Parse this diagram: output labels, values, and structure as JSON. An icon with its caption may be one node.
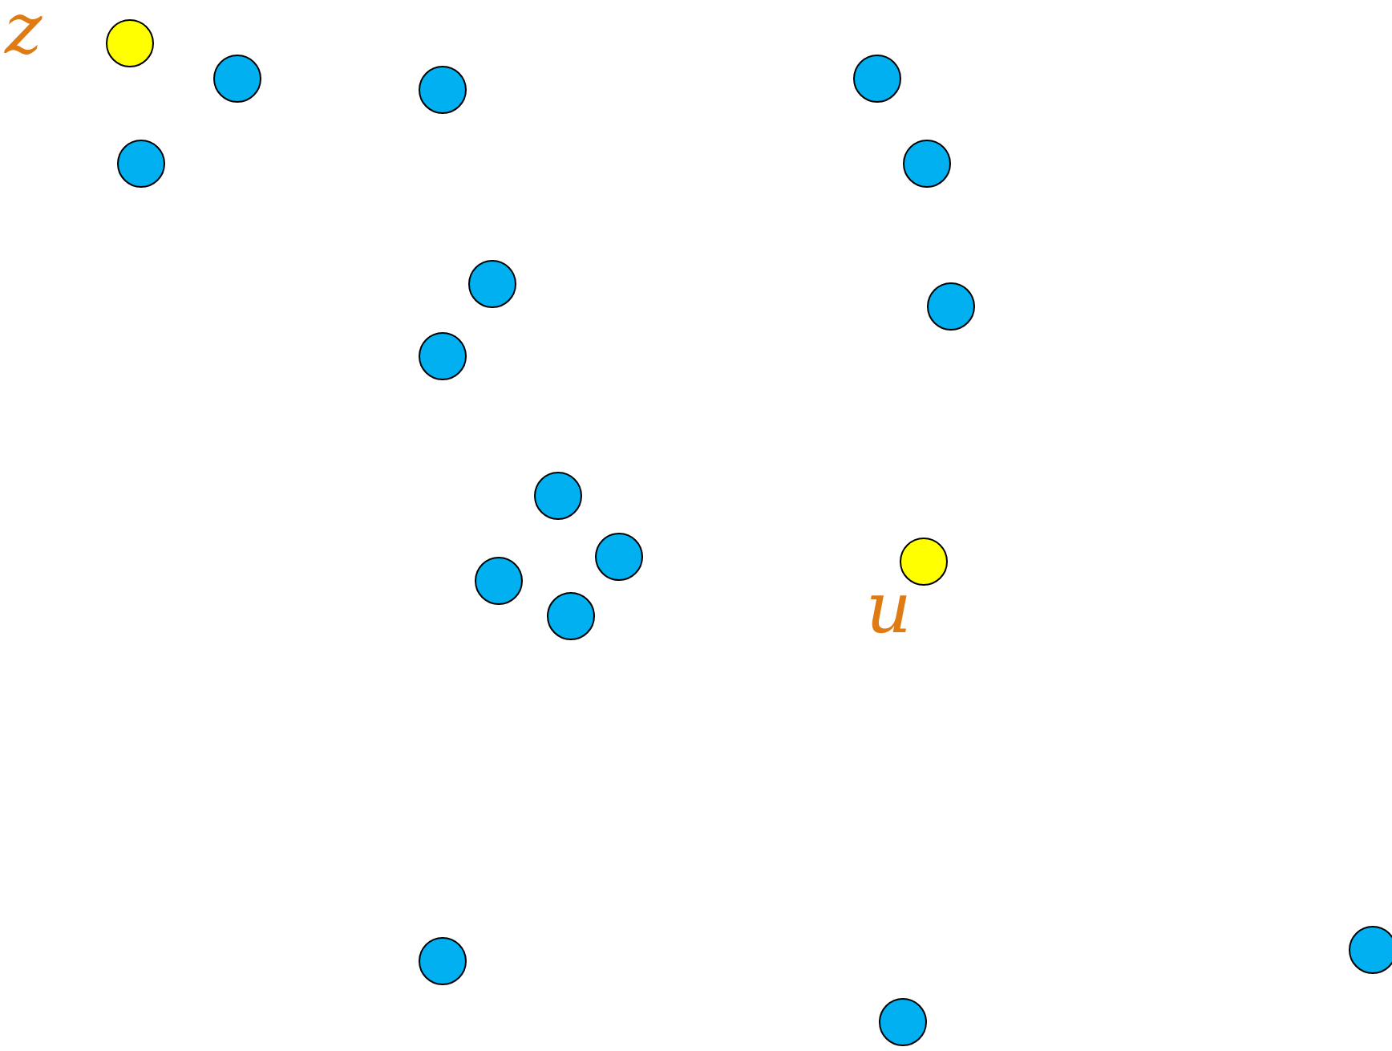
{
  "diagram": {
    "nodes": [
      {
        "text": [],
        "shape": "circle",
        "beside": [
          "z"
        ]
      },
      {
        "text": [],
        "shape": "circle"
      },
      {
        "text": [],
        "shape": "circle"
      },
      {
        "text": [],
        "shape": "circle"
      },
      {
        "text": [],
        "shape": "circle"
      },
      {
        "text": [],
        "shape": "circle"
      },
      {
        "text": [],
        "shape": "circle"
      },
      {
        "text": [],
        "shape": "circle"
      },
      {
        "text": [],
        "shape": "circle"
      },
      {
        "text": [],
        "shape": "circle"
      },
      {
        "text": [],
        "shape": "circle"
      },
      {
        "text": [],
        "shape": "circle",
        "beside": [
          "u"
        ]
      },
      {
        "text": [],
        "shape": "circle"
      },
      {
        "text": [],
        "shape": "circle"
      },
      {
        "text": [],
        "shape": "circle"
      },
      {
        "text": [],
        "shape": "circle"
      },
      {
        "text": [],
        "shape": "circle"
      }
    ]
  }
}
